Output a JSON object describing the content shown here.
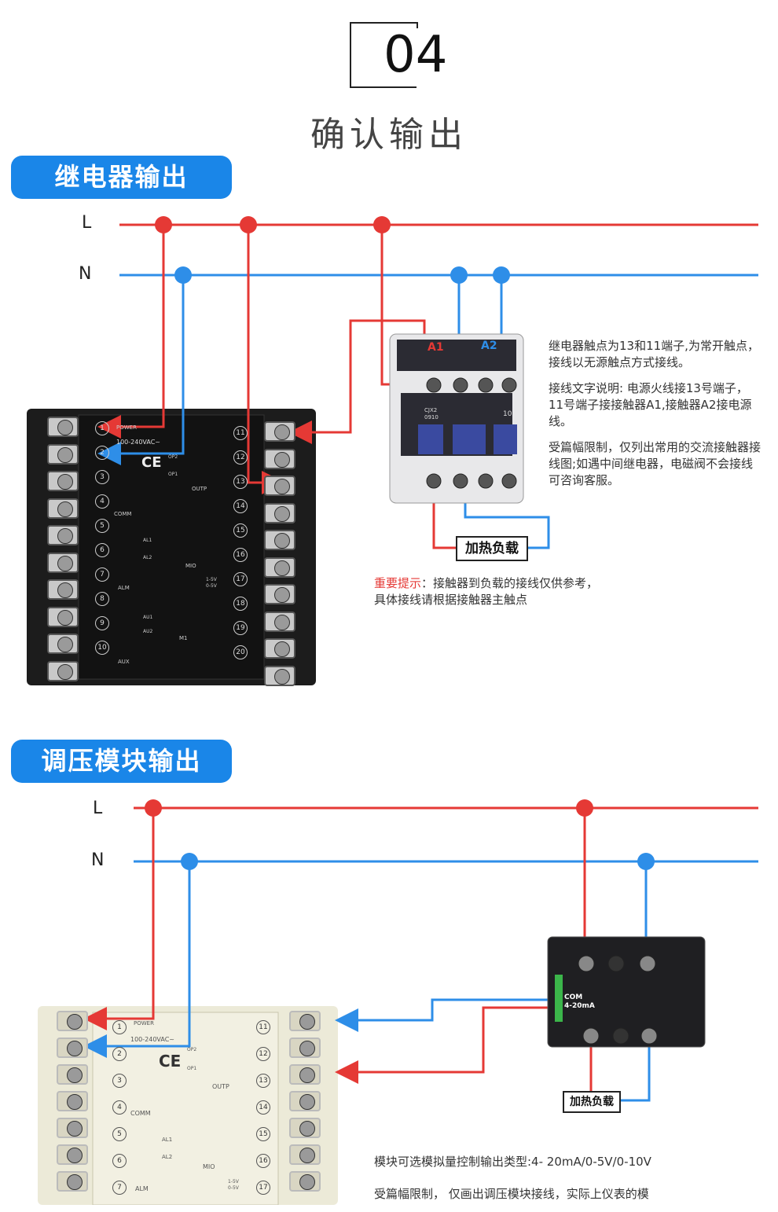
{
  "header": {
    "number": "04",
    "title": "确认输出"
  },
  "sections": [
    {
      "title": "继电器输出",
      "line_L": "L",
      "line_N": "N"
    },
    {
      "title": "调压模块输出",
      "line_L": "L",
      "line_N": "N"
    }
  ],
  "relay": {
    "notes": [
      "继电器触点为13和11端子,为常开触点，接线以无源触点方式接线。",
      "接线文字说明: 电源火线接13号端子，11号端子接接触器A1,接触器A2接电源线。",
      "受篇幅限制，仅列出常用的交流接触器接线图;如遇中间继电器，电磁阀不会接线可咨询客服。"
    ],
    "load_label": "加热负载",
    "warning_key": "重要提示",
    "warning_text": "：接触器到负载的接线仅供参考，具体接线请根据接触器主触点",
    "contactor_a1": "A1",
    "contactor_a2": "A2",
    "contactor_model": "CJX2 0910",
    "contactor_no": "10"
  },
  "controller": {
    "supply": "100-240VAC~",
    "power": "POWER",
    "ce": "CE",
    "groups": [
      "COMM",
      "ALM",
      "AUX",
      "OUTP",
      "MIO",
      "M1",
      "OP1",
      "OP2"
    ],
    "alarm_labels": [
      "AL1",
      "AL2",
      "AU1",
      "AU2"
    ],
    "left_terminals": [
      "1",
      "2",
      "3",
      "4",
      "5",
      "6",
      "7",
      "8",
      "9",
      "10"
    ],
    "right_terminals": [
      "11",
      "12",
      "13",
      "14",
      "15",
      "16",
      "17",
      "18",
      "19",
      "20"
    ],
    "voltage_note": "1-5V 0-5V"
  },
  "module": {
    "com_label": "COM",
    "signal_label": "4-20mA",
    "load_label": "加热负载",
    "notes": [
      "模块可选模拟量控制输出类型:4- 20mA/0-5V/0-10V",
      "受篇幅限制， 仅画出调压模块接线，实际上仪表的模"
    ]
  },
  "colors": {
    "live": "#e53935",
    "neutral": "#2e8ee8",
    "pill": "#1a86e8",
    "device": "#1c1c1c",
    "device_light": "#ecead8"
  }
}
